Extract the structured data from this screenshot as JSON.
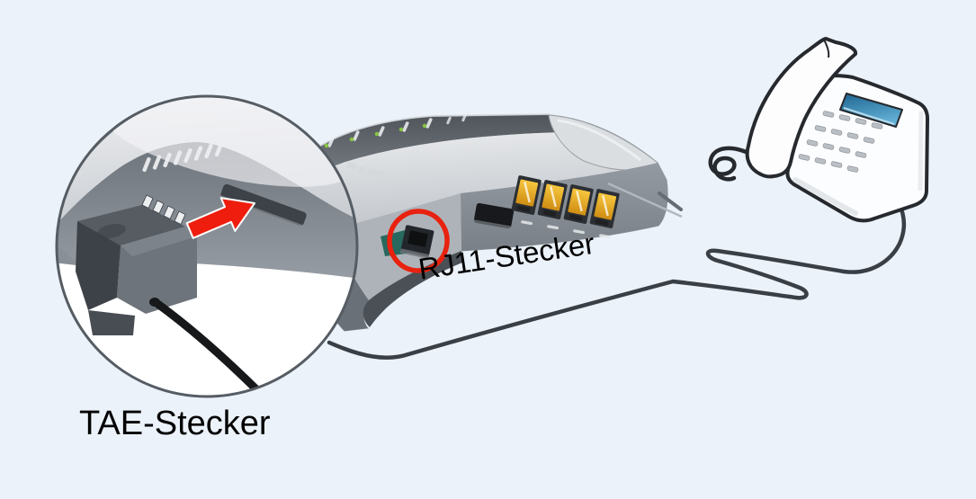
{
  "diagram": {
    "labels": {
      "rj11": "RJ11-Stecker",
      "tae": "TAE-Stecker"
    },
    "colors": {
      "background": "#ebf2f9",
      "label_text": "#000000",
      "highlight_red": "#e8220f",
      "arrow_red": "#ee1d0e",
      "lan_port_yellow": "#eaa31e",
      "phone_display_blue": "#2f7fae",
      "cable_dark": "#3a3f45",
      "router_body_gray": "#c6cacf",
      "magnifier_fill": "#ffffff"
    },
    "icons": {
      "router": "dsl-router-illustration",
      "magnifier": "zoom-callout-circle",
      "tae_plug": "tae-plug-icon",
      "tae_cable": "tae-cable",
      "insert_arrow": "red-insert-arrow-icon",
      "rj11_port": "rj11-port",
      "rj11_highlight": "red-highlight-circle",
      "lan_ports": "yellow-lan-ports",
      "telephone": "desk-telephone-icon",
      "phone_cable": "telephone-line-cable",
      "handset_cord": "coiled-handset-cord"
    }
  }
}
